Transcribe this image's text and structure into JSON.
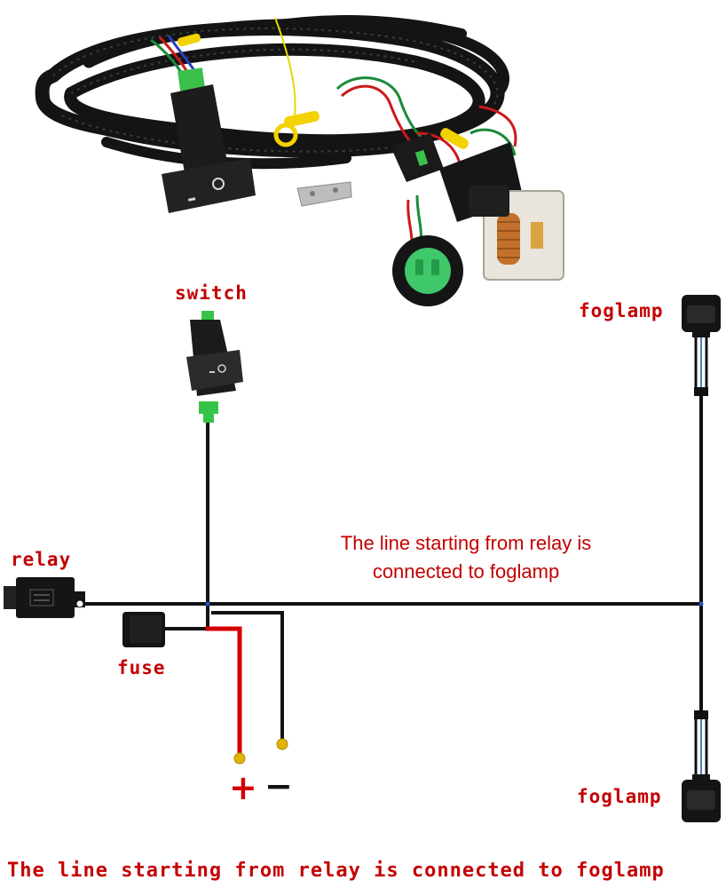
{
  "labels": {
    "switch": "switch",
    "foglamp_top": "foglamp",
    "relay": "relay",
    "fuse": "fuse",
    "foglamp_bottom": "foglamp",
    "positive": "+",
    "negative": "−"
  },
  "note": {
    "line1": "The line starting from relay is",
    "line2": "connected to foglamp"
  },
  "caption": "The line starting from relay is connected to foglamp",
  "colors": {
    "wire": "#111111",
    "positive_wire": "#d40000",
    "label_text": "#c40000",
    "terminal": "#e0b400",
    "switch_plug": "#36c447",
    "wire_sleeve": "#4a82c8"
  }
}
